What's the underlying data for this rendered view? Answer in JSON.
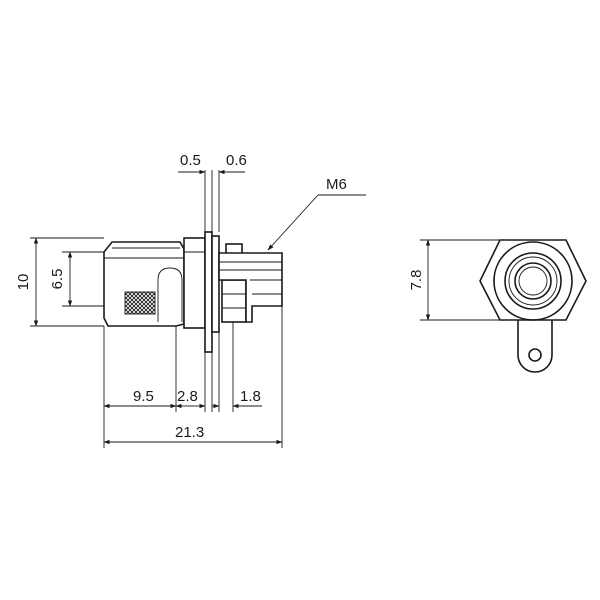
{
  "drawing": {
    "side_view": {
      "dimensions": {
        "pin_thickness": "0.5",
        "washer_gap": "0.6",
        "thread": "M6",
        "height_total": "10",
        "height_body": "6.5",
        "length_body": "9.5",
        "length_panel": "2.8",
        "length_nut": "1.8",
        "length_total": "21.3"
      }
    },
    "front_view": {
      "dimensions": {
        "hex_across_flats": "7.8"
      }
    }
  },
  "colors": {
    "line": "#1a1a1a",
    "background": "#ffffff"
  }
}
